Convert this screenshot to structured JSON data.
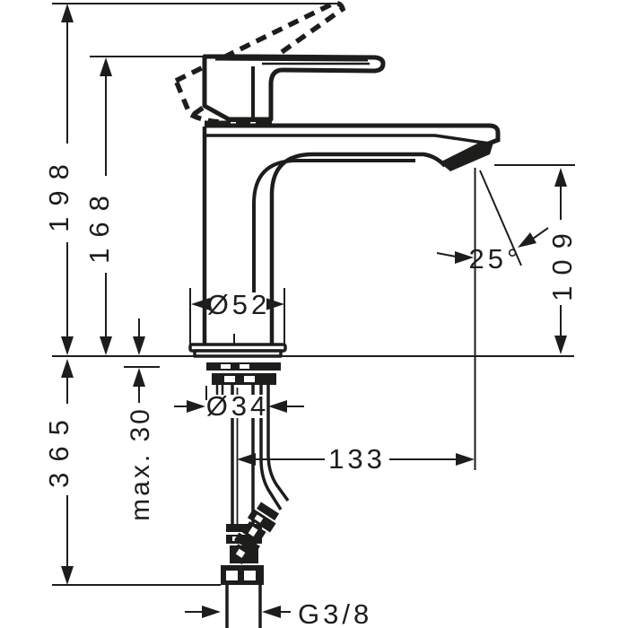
{
  "drawing": {
    "type": "technical-dimension-drawing",
    "subject": "single-lever basin mixer faucet, side elevation",
    "units": "mm",
    "background_color": "#ffffff",
    "line_color": "#1d1d1b",
    "labels": {
      "height_total": "198",
      "height_handle": "168",
      "depth_below_deck": "365",
      "deck_thickness": "max. 30",
      "base_diameter": "Ø52",
      "shank_diameter": "Ø34",
      "spout_reach": "133",
      "spout_outlet_height": "109",
      "stream_angle": "25°",
      "supply_thread": "G3/8"
    }
  }
}
